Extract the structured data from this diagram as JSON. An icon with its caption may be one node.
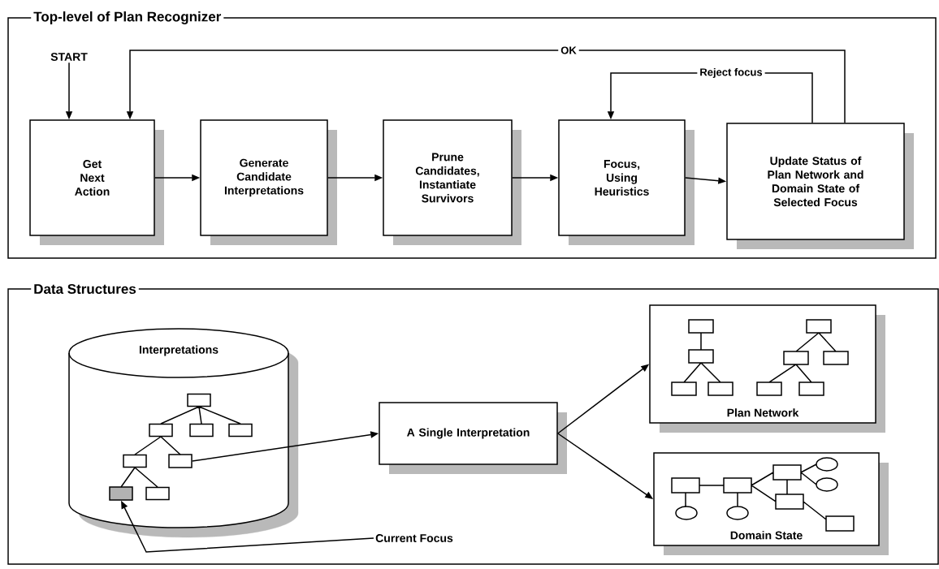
{
  "diagram": {
    "nodes": [
      {
        "text": [
          "Top-level of Plan Recognizer"
        ]
      },
      {
        "text": [
          "START"
        ],
        "in": 0
      },
      {
        "text": [
          "Get Next Action"
        ],
        "in": 0
      },
      {
        "text": [
          "Generate Candidate Interpretations"
        ],
        "in": 0
      },
      {
        "text": [
          "Prune Candidates, Instantiate Survivors"
        ],
        "in": 0
      },
      {
        "text": [
          "Focus, Using Heuristics"
        ],
        "in": 0
      },
      {
        "text": [
          "Update Status of Plan Network and Domain State of Selected Focus"
        ],
        "in": 0
      },
      {
        "text": [
          "Data Structures"
        ]
      },
      {
        "text": [
          "Interpretations"
        ],
        "in": 7
      },
      {
        "text": [],
        "shape": "box",
        "in": 8
      },
      {
        "text": [],
        "shape": "box",
        "in": 8
      },
      {
        "text": [
          "A Single Interpretation"
        ],
        "in": 7
      },
      {
        "text": [
          "Plan Network"
        ],
        "in": 7
      },
      {
        "text": [
          "Domain State"
        ],
        "in": 7
      },
      {
        "text": [
          "Current Focus"
        ],
        "in": 7
      }
    ],
    "edges": [
      {
        "from": 1,
        "to": 2,
        "arrow": "to"
      },
      {
        "from": 2,
        "to": 3,
        "arrow": "to"
      },
      {
        "from": 3,
        "to": 4,
        "arrow": "to"
      },
      {
        "from": 4,
        "to": 5,
        "arrow": "to"
      },
      {
        "from": 5,
        "to": 6,
        "arrow": "to"
      },
      {
        "from": 6,
        "to": 2,
        "arrow": "to",
        "label": "OK"
      },
      {
        "from": 6,
        "to": 5,
        "arrow": "to",
        "label": "Reject focus"
      },
      {
        "from": 9,
        "to": 11,
        "arrow": "to"
      },
      {
        "from": 11,
        "to": 12,
        "arrow": "to"
      },
      {
        "from": 11,
        "to": 13,
        "arrow": "to"
      },
      {
        "from": 14,
        "to": 10,
        "arrow": "to"
      }
    ]
  }
}
